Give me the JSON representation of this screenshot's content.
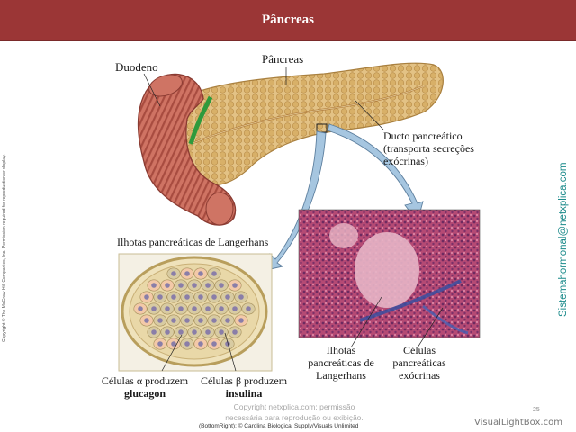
{
  "slide": {
    "title": "Pâncreas",
    "page_number": "25",
    "copyright_vertical": "Copyright © The McGraw-Hill Companies, Inc. Permission required for reproduction or display.",
    "site_vertical": "Sistemahormonal@netxplica.com",
    "watermark_line1": "Copyright netxplica.com: permissão",
    "watermark_line2": "necessária para reprodução ou exibição.",
    "photo_credit": "(BottomRight): © Carolina Biological Supply/Visuals Unlimited",
    "visuallightbox": "VisualLightBox.com"
  },
  "labels": {
    "duodeno": "Duodeno",
    "pancreas": "Pâncreas",
    "ducto_line1": "Ducto pancreático",
    "ducto_line2": "(transporta secreções",
    "ducto_line3": "exócrinas)",
    "ilhotas_title": "Ilhotas pancreáticas de Langerhans",
    "alpha_line1": "Células α produzem",
    "alpha_line2": "glucagon",
    "beta_line1": "Células β produzem",
    "beta_line2": "insulina",
    "ilhotas_photo_line1": "Ilhotas",
    "ilhotas_photo_line2": "pancreáticas de",
    "ilhotas_photo_line3": "Langerhans",
    "exocrinas_line1": "Células",
    "exocrinas_line2": "pancreáticas",
    "exocrinas_line3": "exócrinas"
  },
  "colors": {
    "header": "#9b3636",
    "pancreas": "#e2c080",
    "duodenum": "#c96a5a",
    "islet_bg": "#efe4bf",
    "alpha_cell": "#f3c9a8",
    "beta_cell": "#d8cba2",
    "nucleus": "#8a7ea8",
    "arrow": "#9fbfda",
    "histology": "#b0436a"
  }
}
